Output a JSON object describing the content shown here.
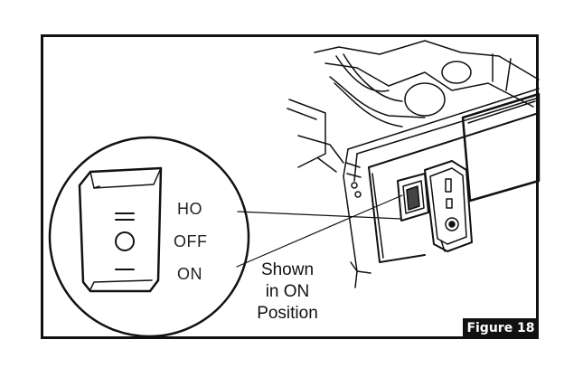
{
  "switch_labels": {
    "top": "HO",
    "middle": "OFF",
    "bottom": "ON"
  },
  "caption": {
    "line1": "Shown",
    "line2": "in ON",
    "line3": "Position"
  },
  "figure_badge": "Figure 18",
  "colors": {
    "line": "#111111",
    "background": "#ffffff",
    "badge_bg": "#111111",
    "badge_text": "#ffffff"
  }
}
